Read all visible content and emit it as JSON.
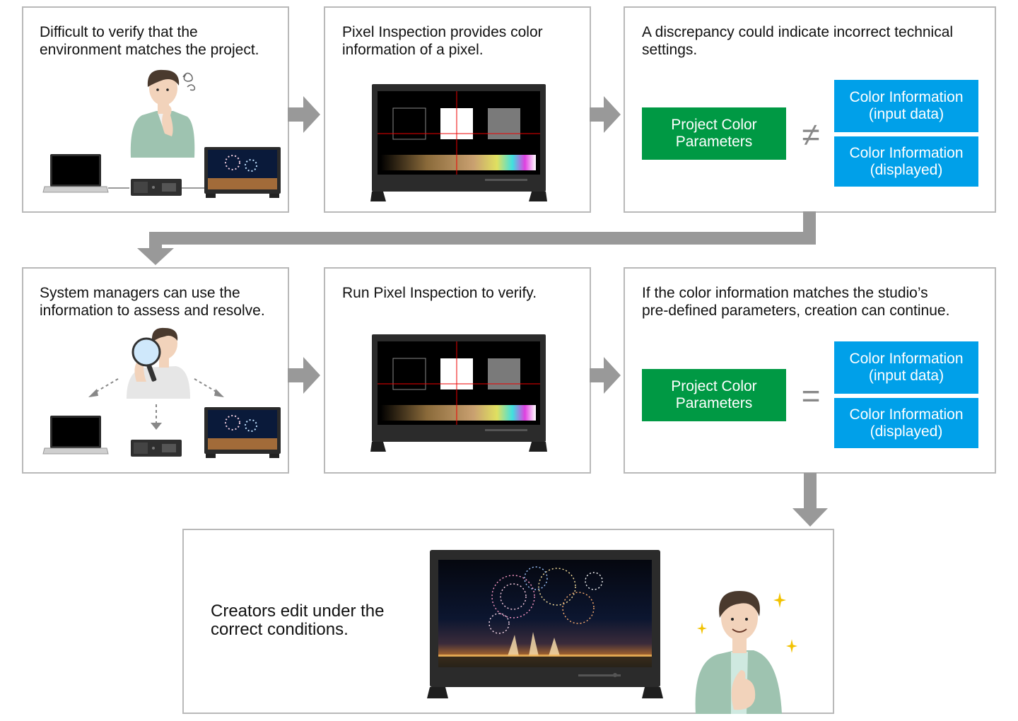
{
  "steps": {
    "step1": {
      "caption": "Difficult to verify that the\nenvironment matches the project."
    },
    "step2": {
      "caption": "Pixel Inspection provides color\ninformation of a pixel."
    },
    "step3": {
      "caption": "A discrepancy could indicate incorrect technical\nsettings.",
      "project": "Project Color\nParameters",
      "relation": "≠",
      "input": "Color Information\n(input data)",
      "displayed": "Color Information\n(displayed)"
    },
    "step4": {
      "caption": "System managers can use the\ninformation to assess and resolve."
    },
    "step5": {
      "caption": "Run Pixel Inspection to verify."
    },
    "step6": {
      "caption": "If the color information matches the studio’s\npre-defined parameters, creation can continue.",
      "project": "Project Color\nParameters",
      "relation": "=",
      "input": "Color Information\n(input data)",
      "displayed": "Color Information\n(displayed)"
    },
    "step7": {
      "caption": "Creators edit under the\ncorrect conditions."
    }
  },
  "colors": {
    "project_box": "#009944",
    "info_box": "#00a0e9",
    "arrow": "#999999",
    "border": "#b9b9b9"
  },
  "icons": [
    "person-thinking-icon",
    "laptop-icon",
    "video-box-icon",
    "monitor-icon",
    "magnifier-icon",
    "person-happy-icon",
    "sparkle-icon"
  ]
}
